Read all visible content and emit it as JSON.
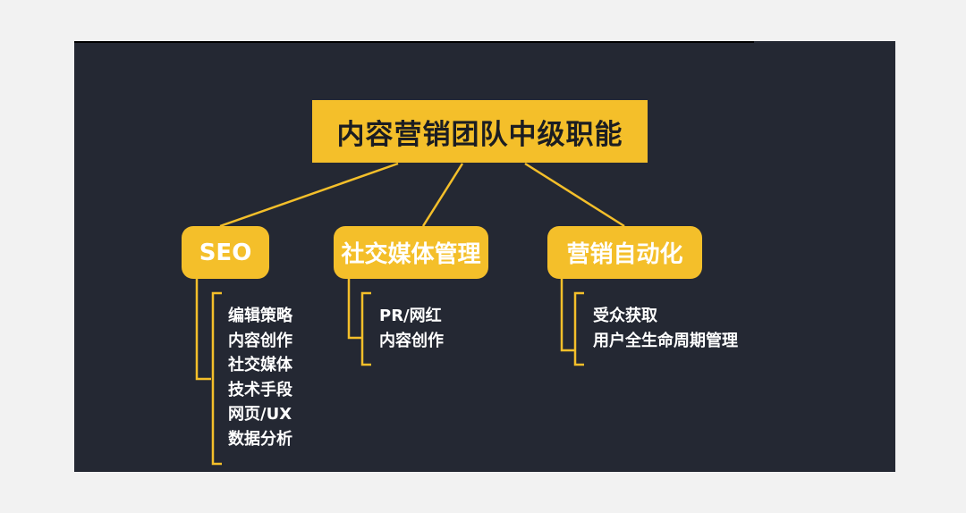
{
  "title": "内容营销团队中级职能",
  "categories": [
    {
      "label": "SEO",
      "items": [
        "编辑策略",
        "内容创作",
        "社交媒体",
        "技术手段",
        "网页/UX",
        "数据分析"
      ]
    },
    {
      "label": "社交媒体管理",
      "items": [
        "PR/网红",
        "内容创作"
      ]
    },
    {
      "label": "营销自动化",
      "items": [
        "受众获取",
        "用户全生命周期管理"
      ]
    }
  ],
  "colors": {
    "background": "#242833",
    "accent": "#f4bf2a",
    "text": "#ffffff"
  }
}
